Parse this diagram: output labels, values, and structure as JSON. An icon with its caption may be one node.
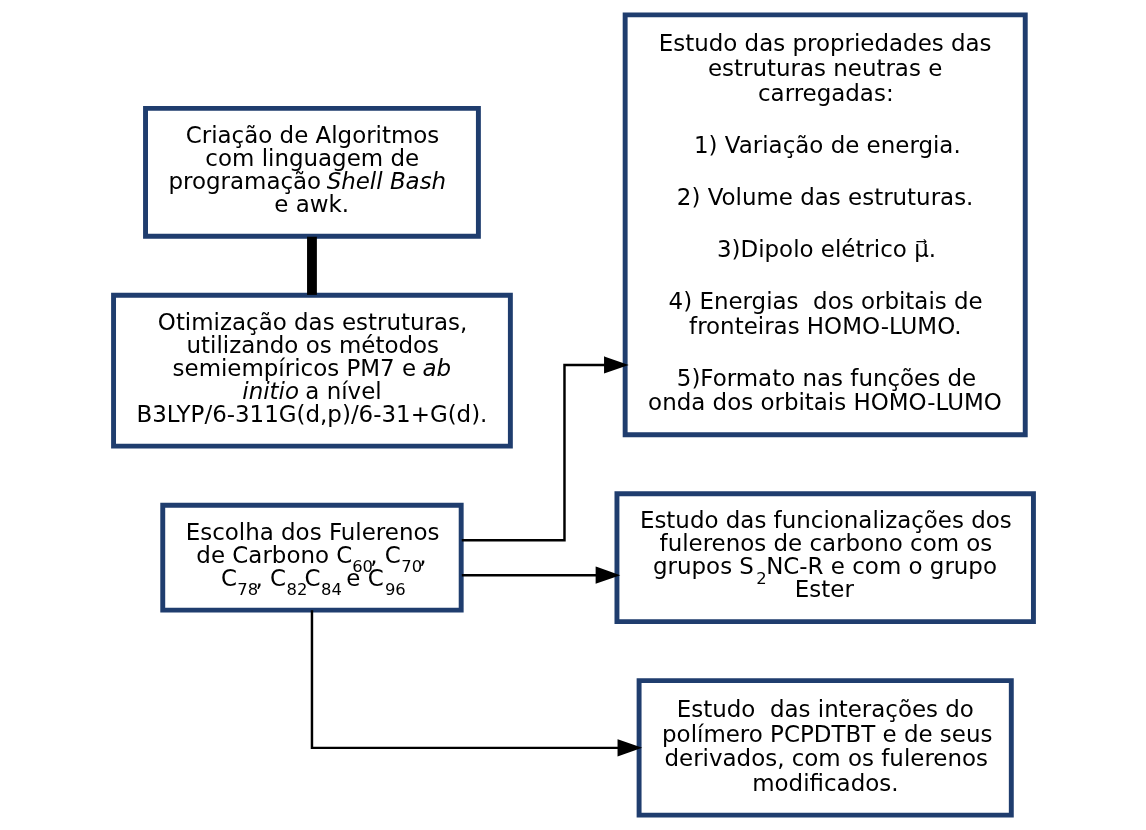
{
  "diagram": {
    "nodes": [
      {
        "text": [
          "Escolha dos Fulerenos de Carbono C$_{60}$, C$_{70}$, C$_{78}$, C$_{82}$C$_{84}$ e C$_{96}$"
        ]
      },
      {
        "text": [
          "Criação de Algoritmos com linguagem de programação *Shell Bash*  e awk."
        ]
      },
      {
        "text": [
          "Otimização das estruturas, utilizando os métodos semiempíricos PM7 e *ab initio* a nível B3LYP/6-311G(d,p)/6-31+G(d)."
        ]
      },
      {
        "text": [
          "Estudo das propriedades das estruturas neutras e carregadas:",
          "1) Variação de energia.",
          "2) Volume das estruturas.",
          "3)Dipolo elétrico μ⃗.",
          "4) Energias  dos orbitais de fronteiras HOMO-LUMO.",
          "5)Formato nas funções de onda dos orbitais HOMO-LUMO"
        ]
      },
      {
        "text": [
          "Estudo das funcionalizações dos fulerenos de carbono com os grupos S$_{2}$NC-R e com o grupo Ester"
        ]
      },
      {
        "text": [
          "Estudo  das interações do polímero PCPDTBT e de seus derivados, com os fulerenos modificados."
        ]
      }
    ],
    "edges": [
      {
        "from": 0,
        "to": 3,
        "arrow": "to"
      },
      {
        "from": 0,
        "to": 4,
        "arrow": "to"
      },
      {
        "from": 0,
        "to": 5,
        "arrow": "to"
      },
      {
        "from": 1,
        "to": 2,
        "arrow": "none",
        "style": "thick"
      }
    ]
  }
}
